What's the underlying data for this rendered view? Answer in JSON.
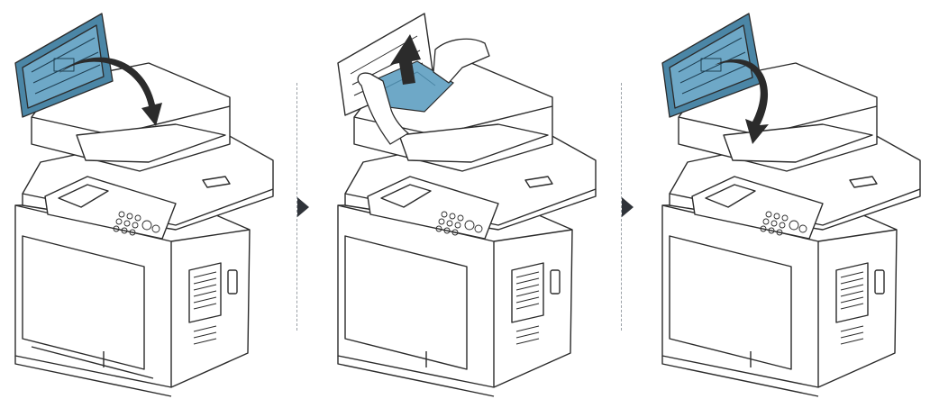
{
  "diagram": {
    "steps": [
      {
        "action": "open-adf-cover",
        "arrow": "up-and-back"
      },
      {
        "action": "remove-jammed-paper",
        "arrow": "up"
      },
      {
        "action": "close-adf-cover",
        "arrow": "down-and-forward"
      }
    ],
    "colors": {
      "line": "#2b2b2b",
      "body_fill": "#ffffff",
      "highlight": "#4b86a6",
      "highlight_light": "#6ea8c7",
      "divider": "#9aa0a6",
      "step_arrow": "#2f3339"
    },
    "icons": {
      "between_steps": "triangle-right"
    }
  }
}
